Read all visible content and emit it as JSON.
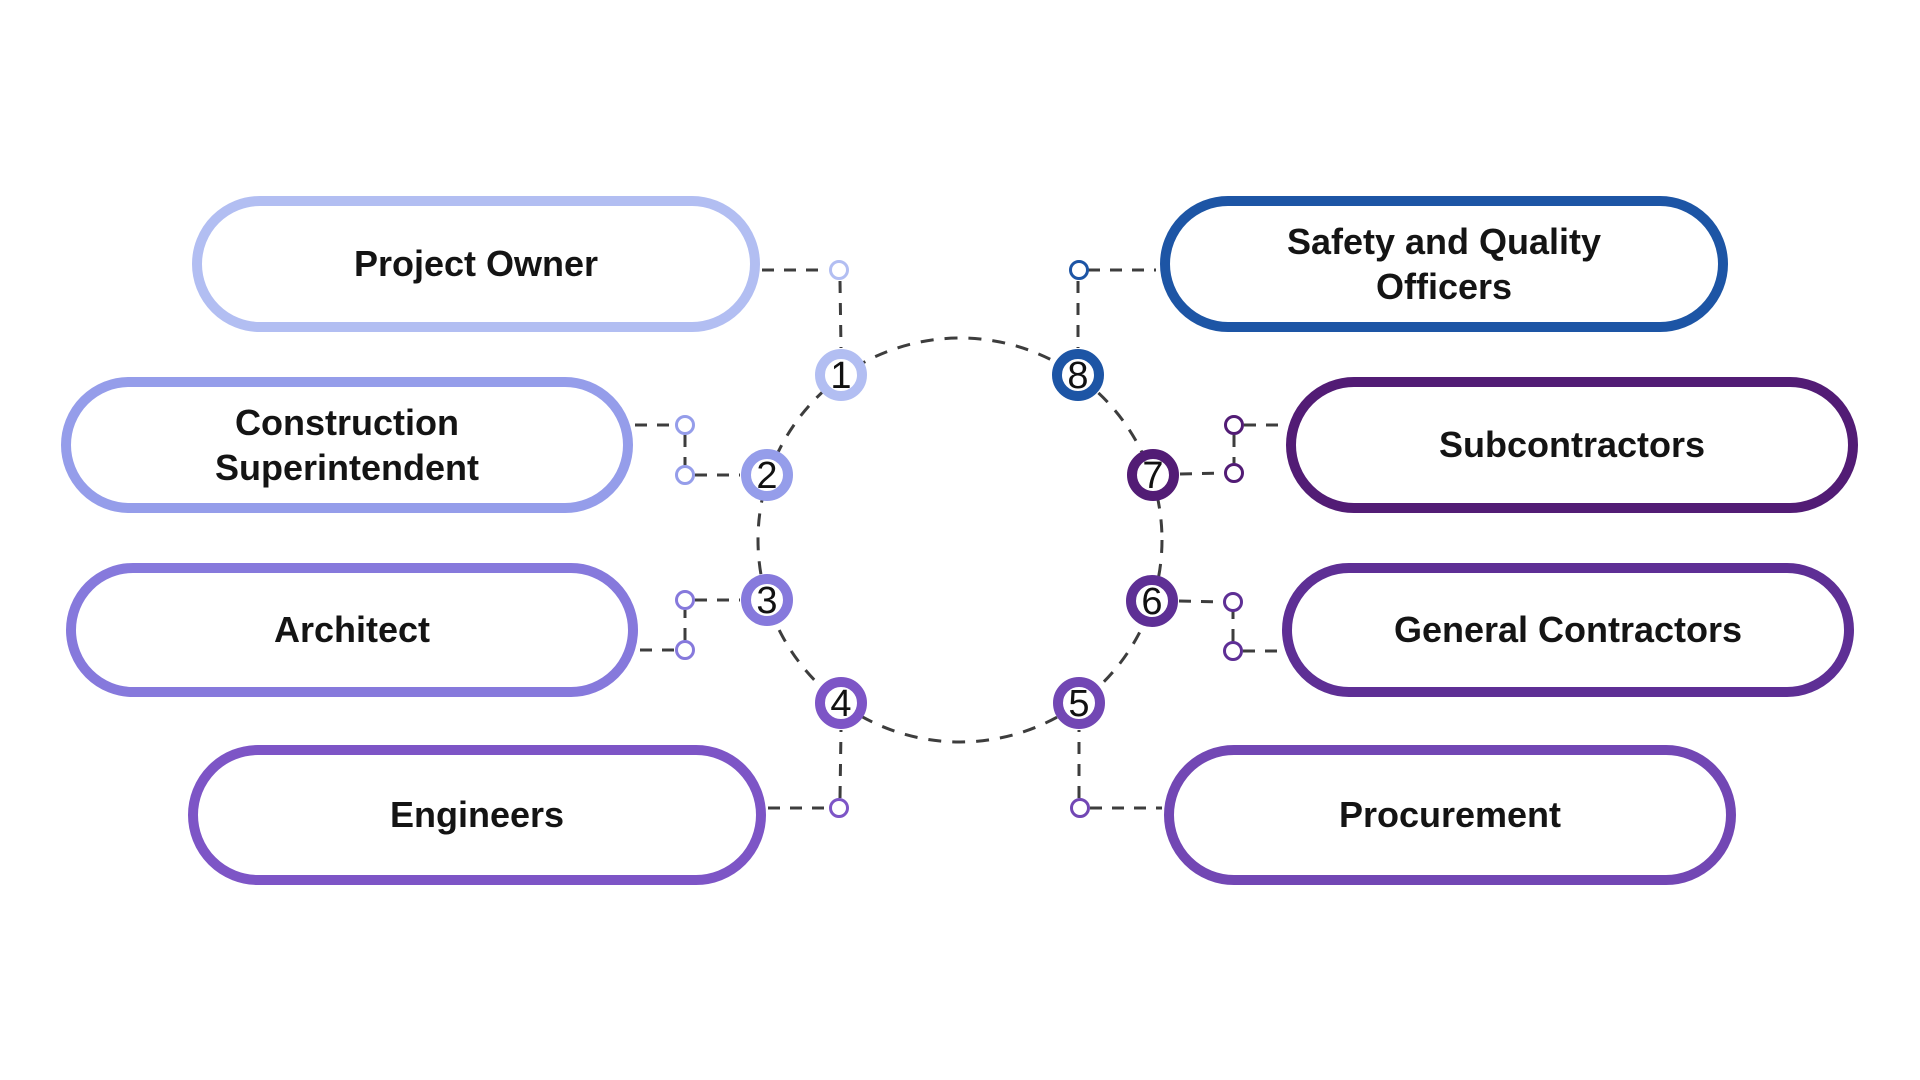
{
  "diagram": {
    "description": "Construction project roles cycle diagram",
    "colors": {
      "canvas_bg": "#ffffff",
      "dash": "#3d3d3d",
      "label_text": "#141414",
      "number_text": "#111111",
      "node_fill": "#ffffff"
    }
  },
  "roles": [
    {
      "number": "1",
      "label": "Project Owner",
      "color": "#b2bef2",
      "side": "left"
    },
    {
      "number": "2",
      "label": "Construction Superintendent",
      "color": "#959dea",
      "side": "left"
    },
    {
      "number": "3",
      "label": "Architect",
      "color": "#8679dc",
      "side": "left"
    },
    {
      "number": "4",
      "label": "Engineers",
      "color": "#7d55c6",
      "side": "left"
    },
    {
      "number": "5",
      "label": "Procurement",
      "color": "#7247b4",
      "side": "right"
    },
    {
      "number": "6",
      "label": "General Contractors",
      "color": "#5e2f95",
      "side": "right"
    },
    {
      "number": "7",
      "label": "Subcontractors",
      "color": "#521c75",
      "side": "right"
    },
    {
      "number": "8",
      "label": "Safety and Quality Officers",
      "color": "#1d55a5",
      "side": "right"
    }
  ]
}
